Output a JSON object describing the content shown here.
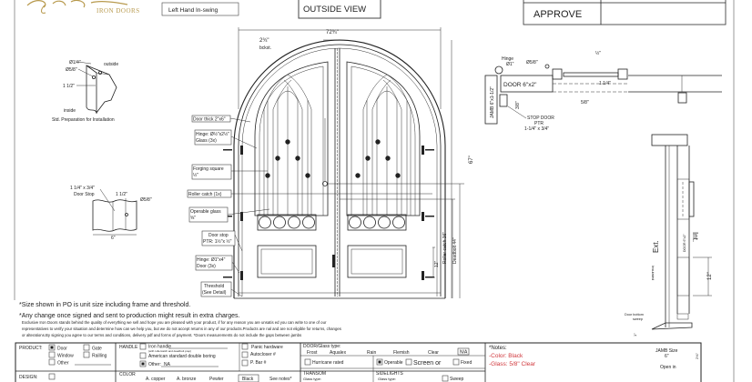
{
  "header": {
    "brand": "IRON DOORS",
    "swing": "Left Hand In-swing",
    "view_title": "OUTSIDE VIEW",
    "approve_label": "APPROVE"
  },
  "prep_detail": {
    "hole1": "Ø1/4\"",
    "hole2": "Ø5/8\"",
    "depth": "1 1/2\"",
    "outside": "outside",
    "inside": "inside",
    "caption": "Std. Preparation for Installation"
  },
  "doorstop_detail": {
    "size": "1 1/4\" x 3/4\"",
    "label": "Door Stop",
    "offset": "1 1/2\"",
    "hole": "Ø5/8\"",
    "width": "6\""
  },
  "callouts": {
    "door_thick": "Door thick 2\"x6\"",
    "hinge_glass_1": "Hinge: Ø½\"x2½\"",
    "hinge_glass_2": "Glass (3x)",
    "forging_1": "Forging square",
    "forging_2": "½\"",
    "roller": "Roller catch  (1x)",
    "operable_1": "Operable glass",
    "operable_2": "⅝\"",
    "stop_1": "Door stop",
    "stop_2": "PTR: 1½\"x ½\"",
    "hinge_door_1": "Hinge: Ø1\"x4\"",
    "hinge_door_2": "Door (3x)",
    "threshold_1": "Threshold",
    "threshold_2": "(See Detail)"
  },
  "dimensions": {
    "width": "72¾\"",
    "backset": "2¾\"",
    "backset_label": "bckst.",
    "height": "67\"",
    "roller_catch": "Roller catch 36\"",
    "deadbolt": "Deadbolt 44\"",
    "panel": "12\""
  },
  "top_section": {
    "hinge": "Hinge",
    "hinge_size": "Ø1\"",
    "hole": "Ø5/8\"",
    "glass_half": "½\"",
    "door": "DOOR 6\"x2\"",
    "jamb": "JAMB 6\"x1-1/2\"",
    "glass_depth": "1 1/4\"",
    "stop_offset": "3/8\"",
    "bottom_frac": "5/8\"",
    "stop_1": "STOP DOOR",
    "stop_2": "PTR",
    "stop_3": "1-1/4\" x 3/4\""
  },
  "side_section": {
    "ext": "Ext.",
    "int": "Int.",
    "door": "DOOR 6\"x2\"",
    "insulated": "Insulated",
    "panel": "12\"",
    "sweep_1": "Door bottom",
    "sweep_2": "sweep",
    "rise": "1\"",
    "threshold_h": "2⅝\"",
    "jamb_size": "JAMB Size",
    "jamb_value": "6\"",
    "open": "Open in"
  },
  "notes_text": {
    "size": "*Size shown in PO is unit size including frame and threshold.",
    "change": "*Any change once signed and sent to production might result in extra charges.",
    "p1": "Exclusive Iron Doors stands behind the quality of everything we sell and hope you are pleased with your product, if for any reason you are unsatis    ed you can write to one of our",
    "p2": "representatives to verify your situation and determine how can we help you, but we do not accept returns in any of our products.Products are     nal and are not eligible for returns, changes",
    "p3": "or alterations.By signing you agree to our terms and conditions, delivery pdf and forms of payment. *Doors measurements do not include the gaps between jambs"
  },
  "form": {
    "product_label": "PRODUCT:",
    "product_options": [
      {
        "label": "Door",
        "checked": true
      },
      {
        "label": "Gate",
        "checked": false
      },
      {
        "label": "Window",
        "checked": false
      },
      {
        "label": "Railling",
        "checked": false
      },
      {
        "label": "Other",
        "checked": false
      }
    ],
    "handle_label": "HANDLE",
    "handle_iron": "Iron handle",
    "handle_iron_sub": "(with rollercatch and deadbolt prep)",
    "handle_american": "American standard double boring",
    "handle_other": "Other:",
    "handle_other_value": "NA",
    "panic": "Panic hardware",
    "autocloser": "Autocloser #",
    "pbar": "P. Bar #",
    "glass_type_label": "DOOR/Glass type:",
    "glass_types": [
      "Frost",
      "Aqualex",
      "Rain",
      "Flemish",
      "Clear",
      "N/A"
    ],
    "hurricane": "Hurricane rated",
    "operable": "Operable",
    "screen": "Screen or",
    "fixed": "Fixed",
    "design_label": "DESIGN:",
    "color_label": "COLOR",
    "colors": [
      "A. copper",
      "A. bronze",
      "Pewter",
      "Black",
      "See notes*"
    ],
    "transom": "TRANSOM",
    "transom_glass": "Glass type:",
    "sidelights": "SIDELIGHTS",
    "sidelights_glass": "Glass type:",
    "sweep": "Sweep",
    "notes_title": "*Notes:",
    "note_color": "-Color: Black",
    "note_glass": "-Glass: 5/8\" Clear"
  },
  "colors": {
    "note_red": "#d0363b",
    "brand_gold": "#b89a4e"
  }
}
